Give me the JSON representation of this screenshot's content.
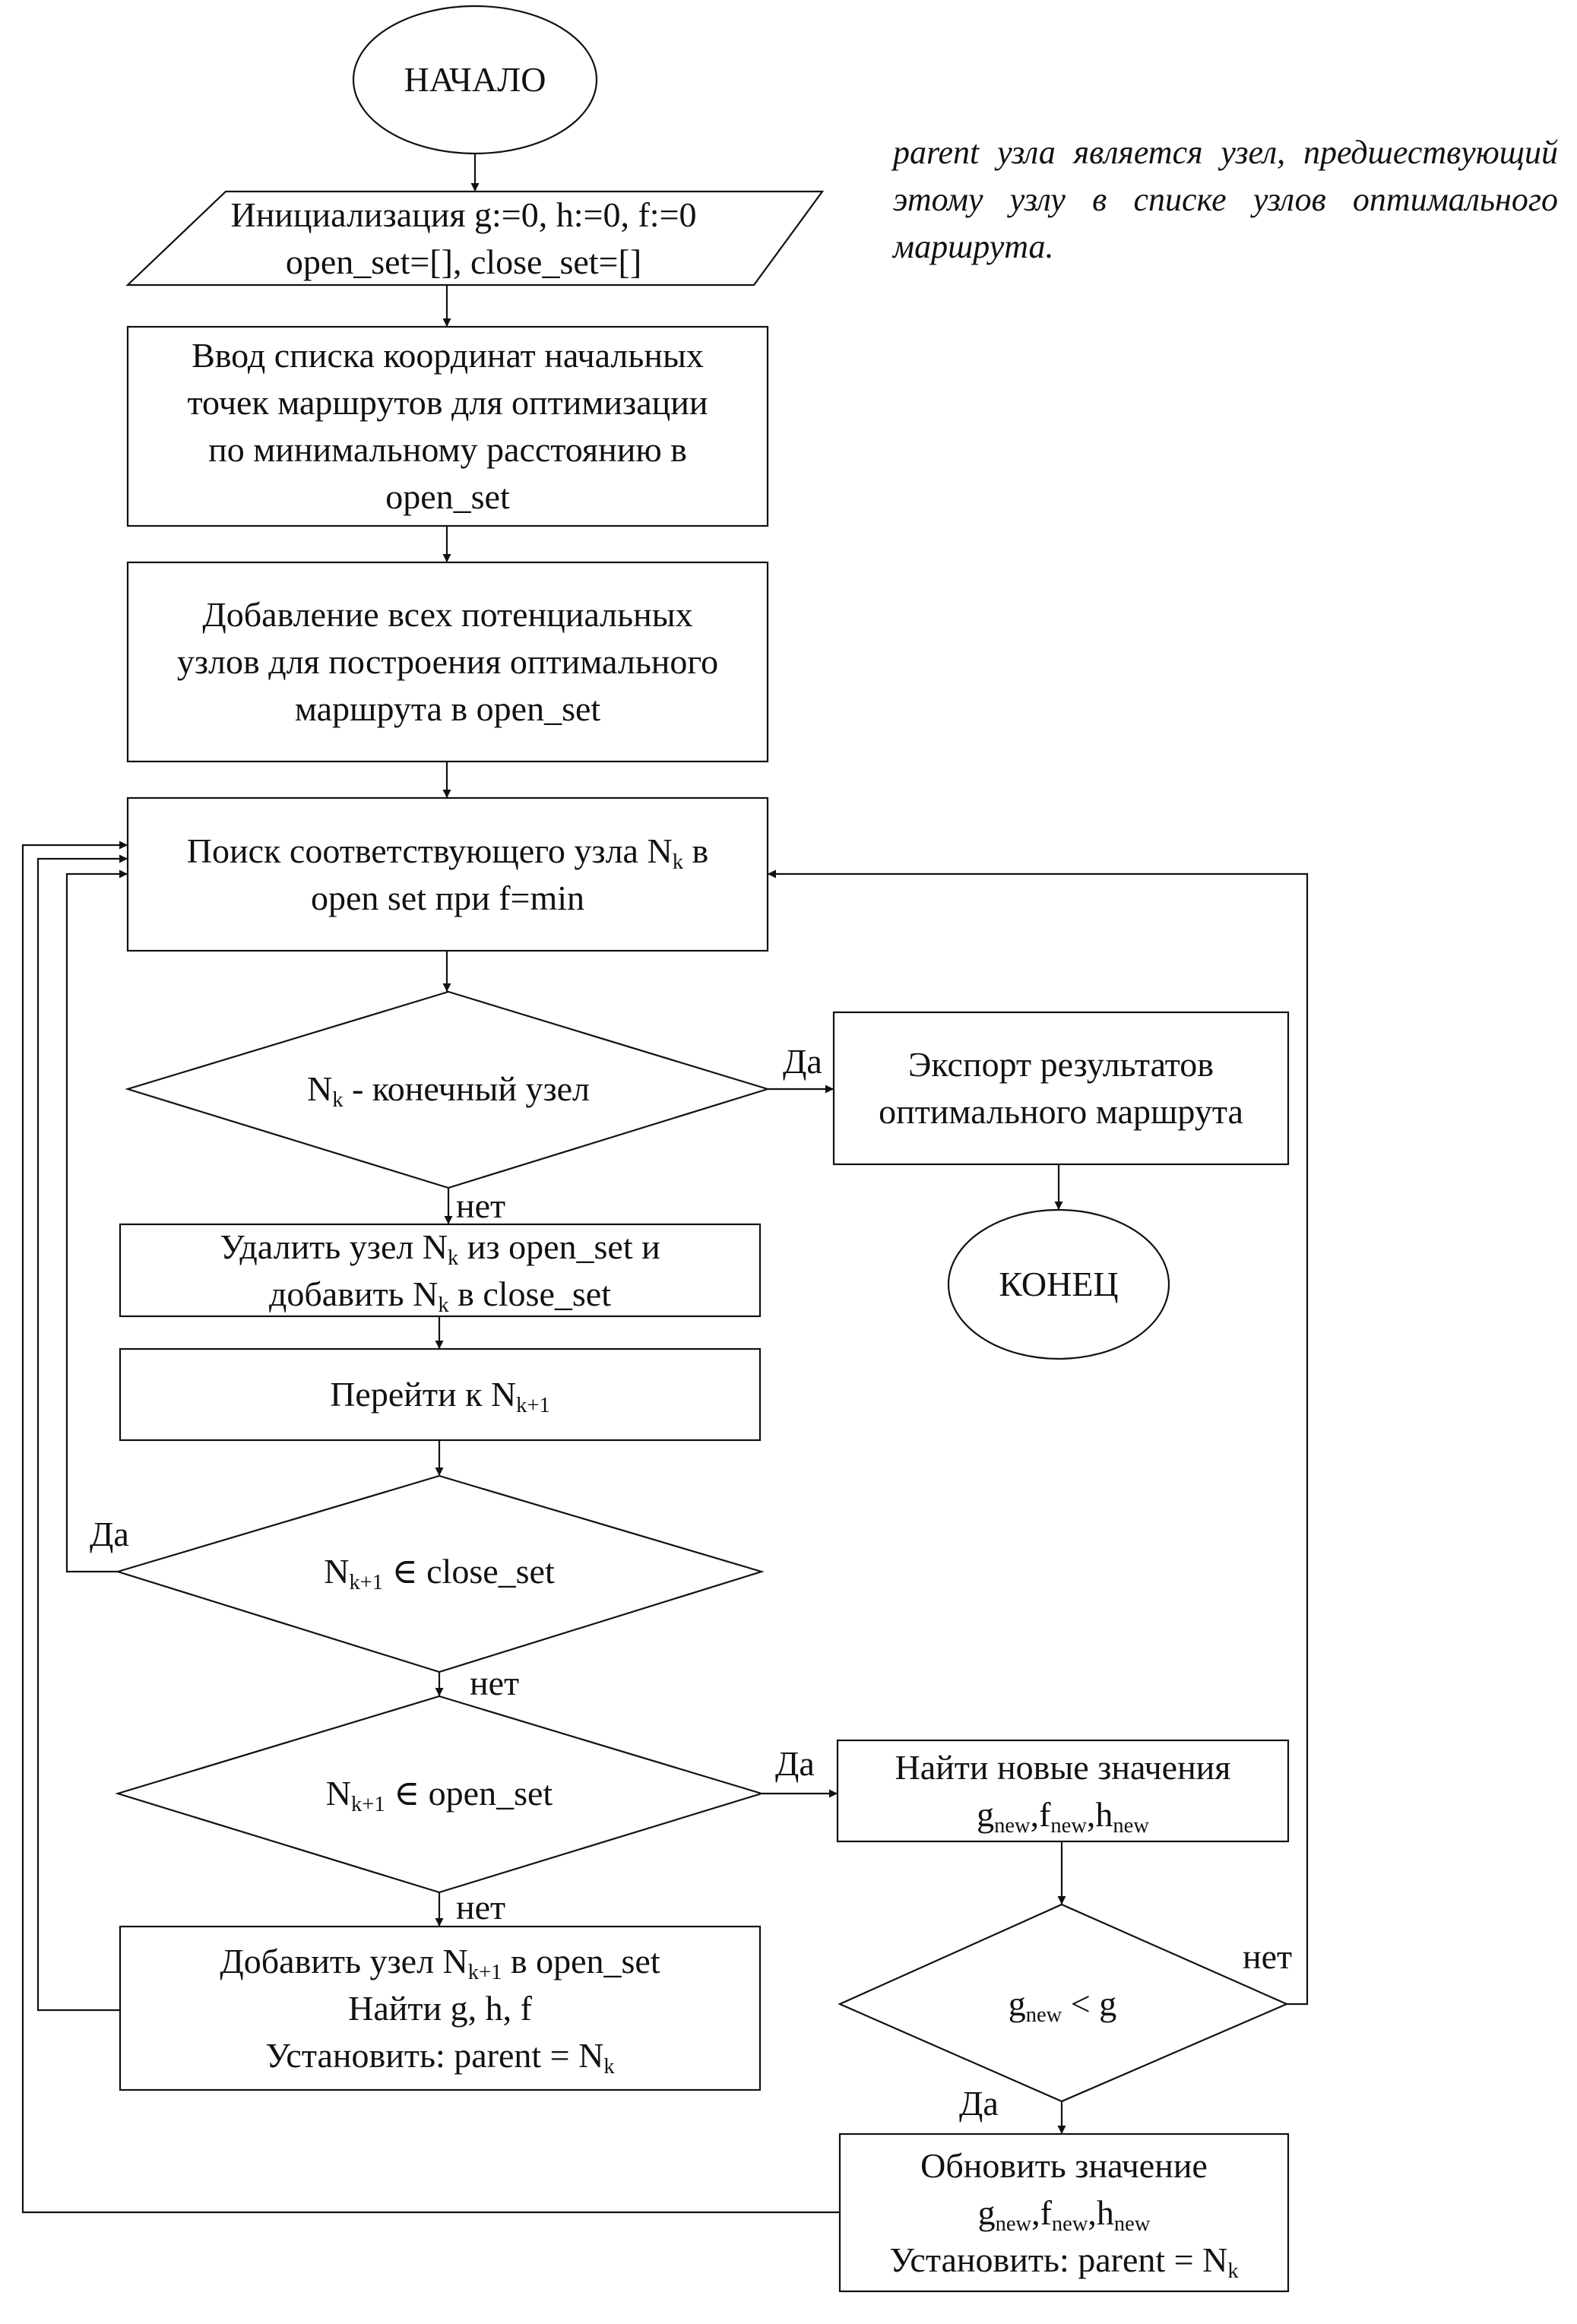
{
  "note": "parent узла является узел, предшествующий этому узлу в списке узлов оптимального маршрута.",
  "nodes": {
    "start": {
      "lines": [
        "НАЧАЛО"
      ]
    },
    "init": {
      "lines": [
        "Инициализация g:=0, h:=0, f:=0",
        "open_set=[], close_set=[]"
      ]
    },
    "input": {
      "lines": [
        "Ввод списка координат начальных",
        "точек маршрутов для оптимизации",
        "по минимальному расстоянию в",
        "open_set"
      ]
    },
    "add_all": {
      "lines": [
        "Добавление всех потенциальных",
        "узлов для построения оптимального",
        "маршрута в open_set"
      ]
    },
    "search": {
      "lines": [
        "Поиск соответствующего узла N<sub>k</sub> в",
        "open set при f=min"
      ]
    },
    "is_final": {
      "lines": [
        "N<sub>k</sub> - конечный узел"
      ]
    },
    "export": {
      "lines": [
        "Экспорт результатов",
        "оптимального маршрута"
      ]
    },
    "end": {
      "lines": [
        "КОНЕЦ"
      ]
    },
    "remove": {
      "lines": [
        "Удалить узел N<sub>k</sub> из open_set и",
        "добавить N<sub>k</sub> в close_set"
      ]
    },
    "goto_next": {
      "lines": [
        "Перейти к N<sub>k+1</sub>"
      ]
    },
    "in_close": {
      "lines": [
        "N<sub>k+1</sub> ∈ close_set"
      ]
    },
    "in_open": {
      "lines": [
        "N<sub>k+1</sub> ∈ open_set"
      ]
    },
    "find_new": {
      "lines": [
        "Найти новые значения",
        "g<sub>new</sub>,f<sub>new</sub>,h<sub>new</sub>"
      ]
    },
    "add_open": {
      "lines": [
        "Добавить узел N<sub>k+1</sub> в open_set",
        "Найти g, h, f",
        "Установить: parent = N<sub>k</sub>"
      ]
    },
    "g_less": {
      "lines": [
        "g<sub>new</sub> &lt; g"
      ]
    },
    "update": {
      "lines": [
        "Обновить значение",
        "g<sub>new</sub>,f<sub>new</sub>,h<sub>new</sub>",
        "Установить: parent = N<sub>k</sub>"
      ]
    }
  },
  "labels": {
    "final_yes": "Да",
    "final_no": "нет",
    "close_yes": "Да",
    "close_no": "нет",
    "open_yes": "Да",
    "open_no": "нет",
    "gless_no": "нет",
    "gless_yes": "Да"
  }
}
